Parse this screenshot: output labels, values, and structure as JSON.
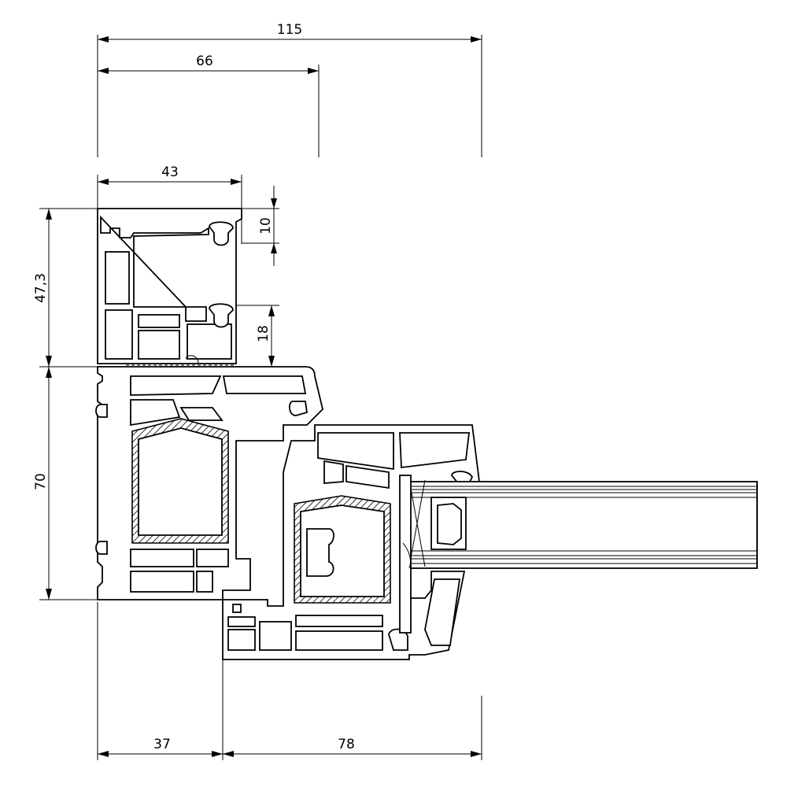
{
  "dimensions": {
    "overall_width": "115",
    "sash_width": "66",
    "frame_top_width": "43",
    "upper_gap": "10",
    "frame_height": "47,3",
    "lower_gap": "18",
    "main_height": "70",
    "bottom_left": "37",
    "bottom_right": "78"
  },
  "colors": {
    "ink": "#000000",
    "paper": "#ffffff"
  }
}
